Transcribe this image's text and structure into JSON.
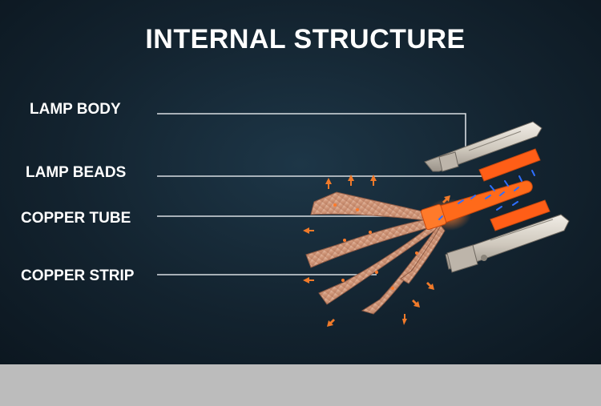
{
  "title": "INTERNAL STRUCTURE",
  "labels": {
    "lamp_body": "LAMP BODY",
    "lamp_beads": "LAMP BEADS",
    "copper_tube": "COPPER TUBE",
    "copper_strip": "COPPER STRIP"
  },
  "colors": {
    "background": "#13232f",
    "footer_band": "#bcbcbc",
    "text": "#ffffff",
    "leader_line": "#d8dde2",
    "copper": "#d9a58a",
    "tube_orange": "#ff6a1a",
    "bead_blue": "#2f6fff",
    "lamp_body_metal": "#d9d4cc",
    "arrow_orange": "#f07a2a"
  }
}
